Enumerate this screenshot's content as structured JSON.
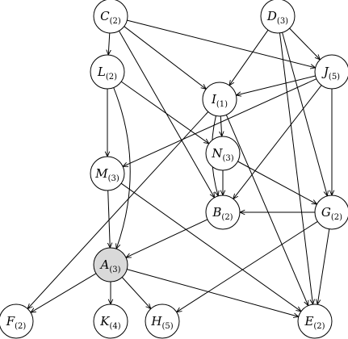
{
  "graph": {
    "colors": {
      "node_fill": "#ffffff",
      "highlight_fill": "#d9d9d9",
      "stroke": "#000000"
    },
    "nodes": [
      {
        "id": "C",
        "name": "C",
        "sub": "(2)"
      },
      {
        "id": "D",
        "name": "D",
        "sub": "(3)"
      },
      {
        "id": "L",
        "name": "L",
        "sub": "(2)"
      },
      {
        "id": "J",
        "name": "J",
        "sub": "(5)"
      },
      {
        "id": "I",
        "name": "I",
        "sub": "(1)"
      },
      {
        "id": "N",
        "name": "N",
        "sub": "(3)"
      },
      {
        "id": "M",
        "name": "M",
        "sub": "(3)"
      },
      {
        "id": "B",
        "name": "B",
        "sub": "(2)"
      },
      {
        "id": "G",
        "name": "G",
        "sub": "(2)"
      },
      {
        "id": "A",
        "name": "A",
        "sub": "(3)",
        "highlighted": true
      },
      {
        "id": "F",
        "name": "F",
        "sub": "(2)"
      },
      {
        "id": "K",
        "name": "K",
        "sub": "(4)"
      },
      {
        "id": "H",
        "name": "H",
        "sub": "(5)"
      },
      {
        "id": "E",
        "name": "E",
        "sub": "(2)"
      }
    ],
    "edges": [
      [
        "C",
        "L"
      ],
      [
        "C",
        "I"
      ],
      [
        "C",
        "J"
      ],
      [
        "C",
        "B"
      ],
      [
        "D",
        "I"
      ],
      [
        "D",
        "J"
      ],
      [
        "D",
        "G"
      ],
      [
        "D",
        "E"
      ],
      [
        "L",
        "M"
      ],
      [
        "L",
        "N"
      ],
      [
        "L",
        "A"
      ],
      [
        "J",
        "I"
      ],
      [
        "J",
        "M"
      ],
      [
        "J",
        "G"
      ],
      [
        "J",
        "B"
      ],
      [
        "I",
        "N"
      ],
      [
        "I",
        "B"
      ],
      [
        "I",
        "F"
      ],
      [
        "I",
        "E"
      ],
      [
        "N",
        "B"
      ],
      [
        "N",
        "G"
      ],
      [
        "M",
        "A"
      ],
      [
        "M",
        "E"
      ],
      [
        "G",
        "B"
      ],
      [
        "G",
        "H"
      ],
      [
        "G",
        "E"
      ],
      [
        "B",
        "A"
      ],
      [
        "A",
        "F"
      ],
      [
        "A",
        "K"
      ],
      [
        "A",
        "H"
      ],
      [
        "A",
        "E"
      ]
    ]
  }
}
